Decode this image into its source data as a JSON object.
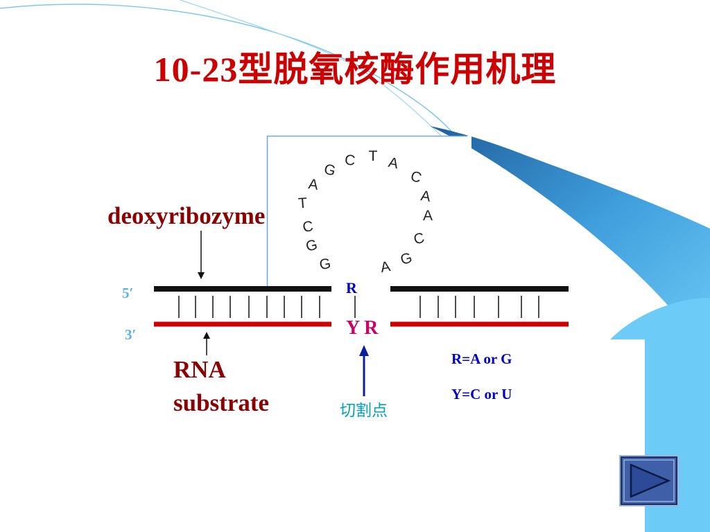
{
  "title": "10-23型脱氧核酶作用机理",
  "labels": {
    "deoxyribozyme": "deoxyribozyme",
    "rna_line1": "RNA",
    "rna_line2": "substrate",
    "five_prime": "5′",
    "three_prime": "3′",
    "r_top": "R",
    "y_r": "Y R",
    "cleavage_site": "切割点",
    "legend_r": "R=A or G",
    "legend_y": "Y=C or U"
  },
  "loop_sequence": [
    "G",
    "G",
    "C",
    "T",
    "A",
    "G",
    "C",
    "T",
    "A",
    "C",
    "A",
    "A",
    "C",
    "G",
    "A"
  ],
  "colors": {
    "title": "#cc0000",
    "dark_red_label": "#8b0000",
    "dna_strand": "#111111",
    "rna_strand": "#cc0000",
    "primes": "#5ab4e6",
    "legend": "#0000cc",
    "yr": "#cc0066",
    "cleavage": "#00a0c0",
    "arrow": "#0a1fa0",
    "swoosh": "#3a8fd0",
    "nav_button": "#3f5fa8"
  },
  "icons": {
    "nav": "play-triangle-icon"
  }
}
